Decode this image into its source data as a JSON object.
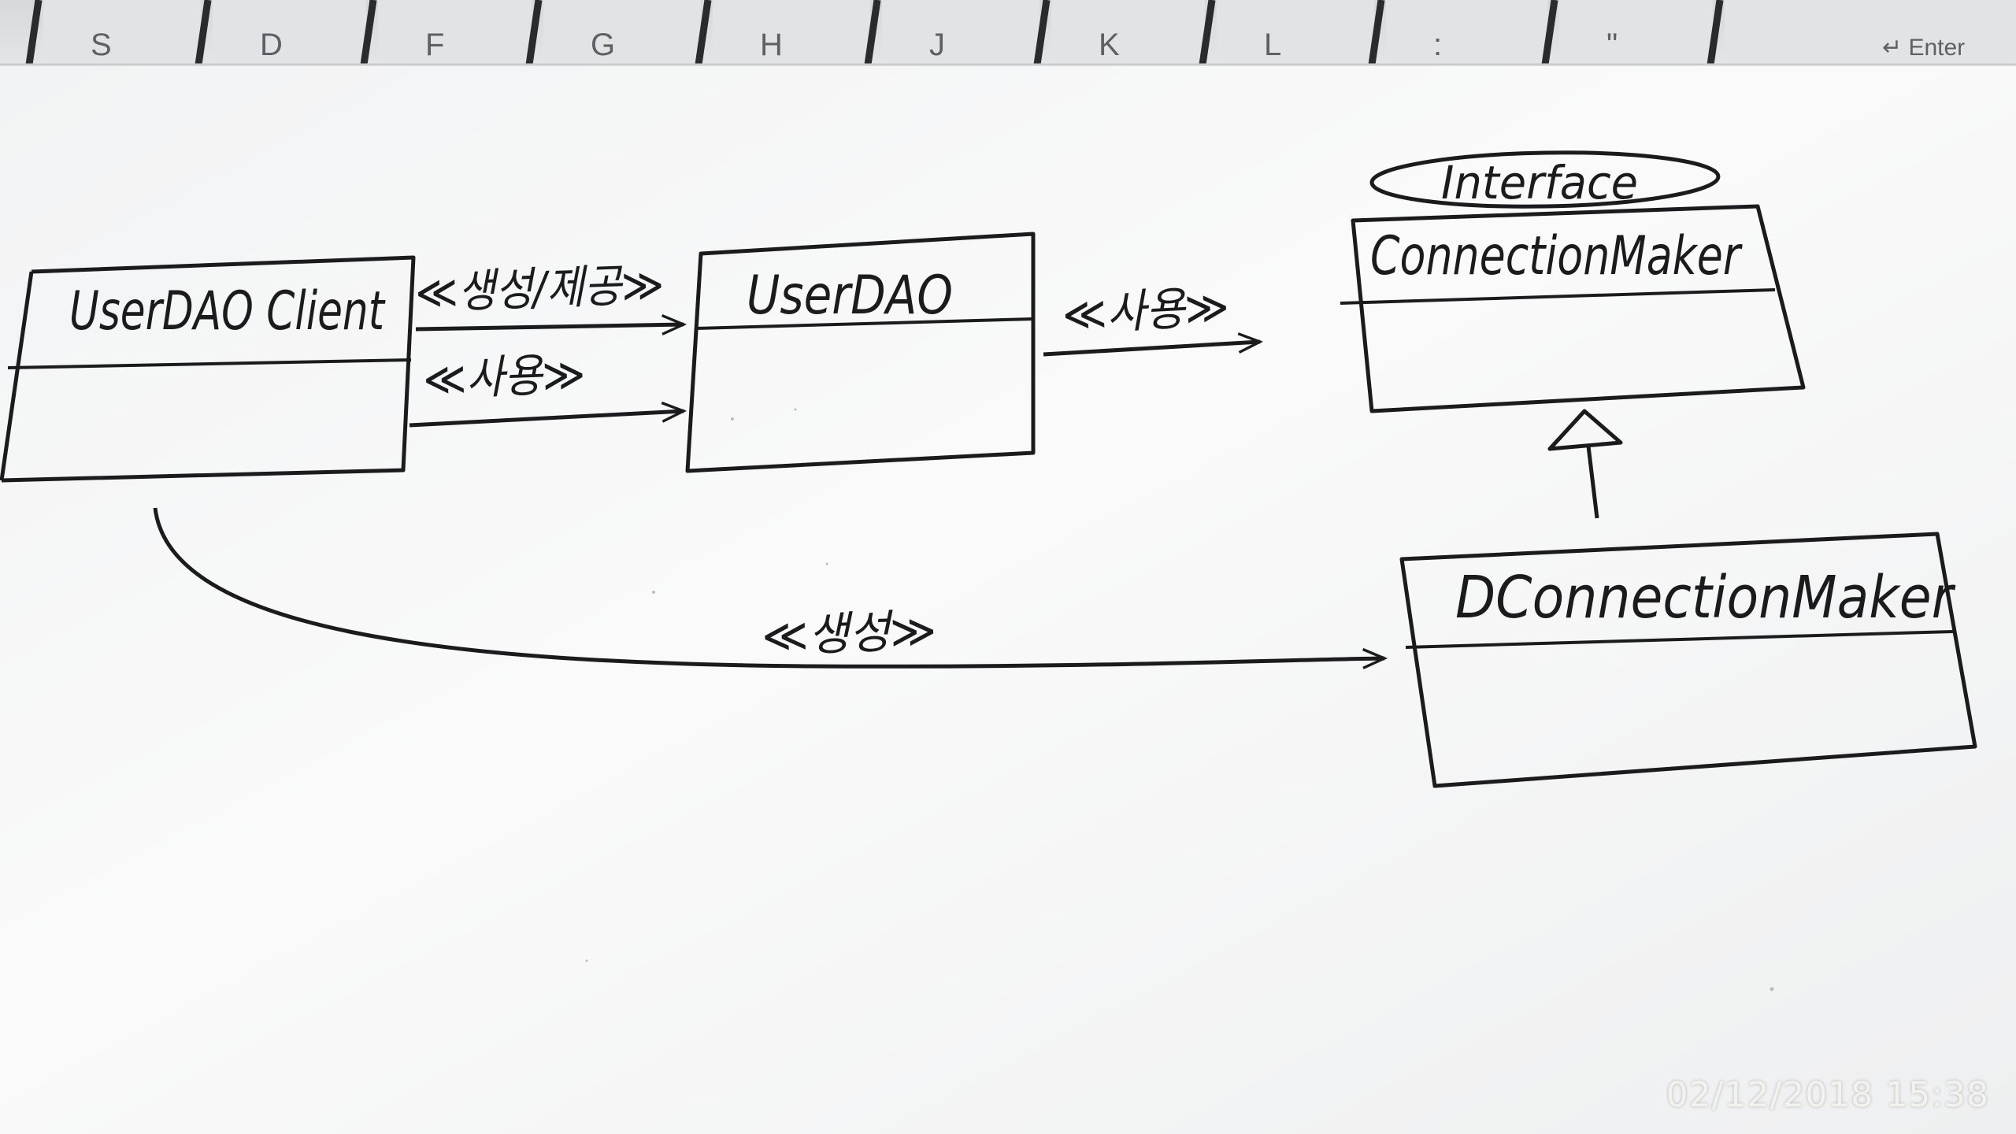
{
  "keyboard": {
    "keys": [
      "S",
      "D",
      "F",
      "G",
      "H",
      "J",
      "K",
      "L",
      ":",
      "\"",
      "Enter"
    ]
  },
  "diagram": {
    "classes": {
      "client": {
        "name": "UserDAO Client"
      },
      "dao": {
        "name": "UserDAO"
      },
      "interface": {
        "name": "ConnectionMaker",
        "stereotype": "Interface"
      },
      "impl": {
        "name": "DConnectionMaker"
      }
    },
    "relations": {
      "client_to_dao_create": "≪생성/제공≫",
      "client_to_dao_use": "≪사용≫",
      "dao_to_interface_use": "≪사용≫",
      "client_to_impl_create": "≪생성≫"
    }
  },
  "timestamp": "02/12/2018 15:38",
  "colors": {
    "paper": "#f7f7f8",
    "ink": "#1b1b1d",
    "keyboard": "#dcdedf",
    "key_gap": "#2a2b2d",
    "timestamp": "#f4f2ee"
  }
}
